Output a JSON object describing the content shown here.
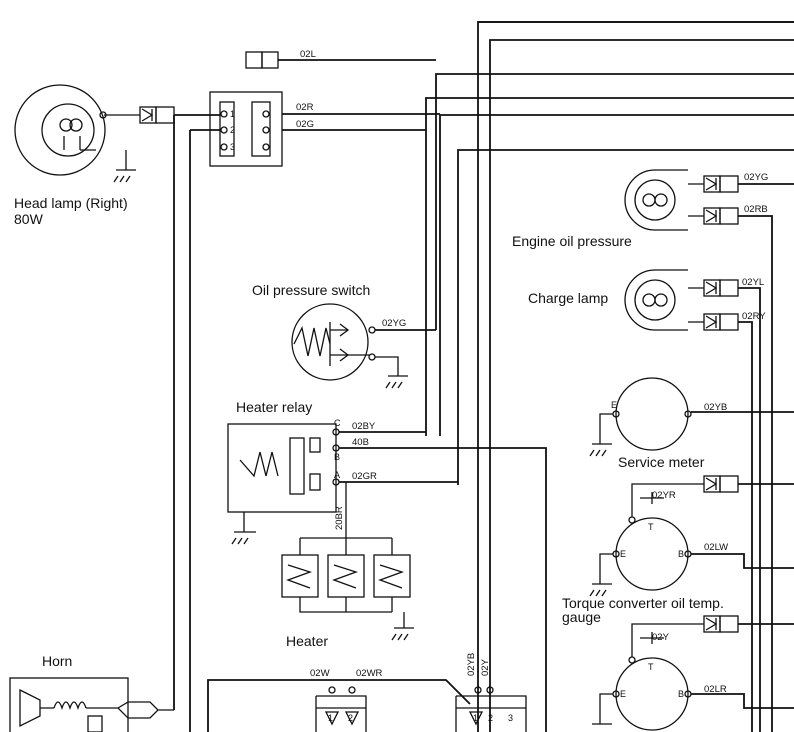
{
  "components": {
    "head_lamp": {
      "label1": "Head lamp (Right)",
      "label2": "80W"
    },
    "engine_oil": {
      "label": "Engine oil pressure"
    },
    "charge_lamp": {
      "label": "Charge lamp"
    },
    "oil_switch": {
      "label": "Oil pressure switch"
    },
    "heater_relay": {
      "label": "Heater relay",
      "pins": [
        "C",
        "B",
        "A"
      ]
    },
    "service_meter": {
      "label": "Service meter",
      "pin_e": "E"
    },
    "heater": {
      "label": "Heater"
    },
    "torque_gauge": {
      "label1": "Torque converter oil temp.",
      "label2": "gauge",
      "pin_t": "T",
      "pin_e": "E",
      "pin_b": "B"
    },
    "gauge2": {
      "pin_t": "T",
      "pin_e": "E",
      "pin_b": "B"
    },
    "horn": {
      "label": "Horn"
    },
    "connector_main": {
      "pins": [
        "1",
        "2",
        "3"
      ]
    },
    "connector_bottom_a": {
      "pins": [
        "1",
        "2"
      ]
    },
    "connector_bottom_b": {
      "pins": [
        "1",
        "2",
        "3"
      ]
    }
  },
  "wires": {
    "w02L": "02L",
    "w02R": "02R",
    "w02G": "02G",
    "w02YG_oil": "02YG",
    "w02YG_eng": "02YG",
    "w02RB": "02RB",
    "w02YL": "02YL",
    "w02RY": "02RY",
    "w02YB": "02YB",
    "w02BY": "02BY",
    "w40B": "40B",
    "w02GR": "02GR",
    "w20BR": "20BR",
    "w02YR": "02YR",
    "w02LW": "02LW",
    "w02Y": "02Y",
    "w02LR": "02LR",
    "w02W": "02W",
    "w02WR": "02WR",
    "w02YB_bot": "02YB",
    "w02Y_bot": "02Y"
  }
}
